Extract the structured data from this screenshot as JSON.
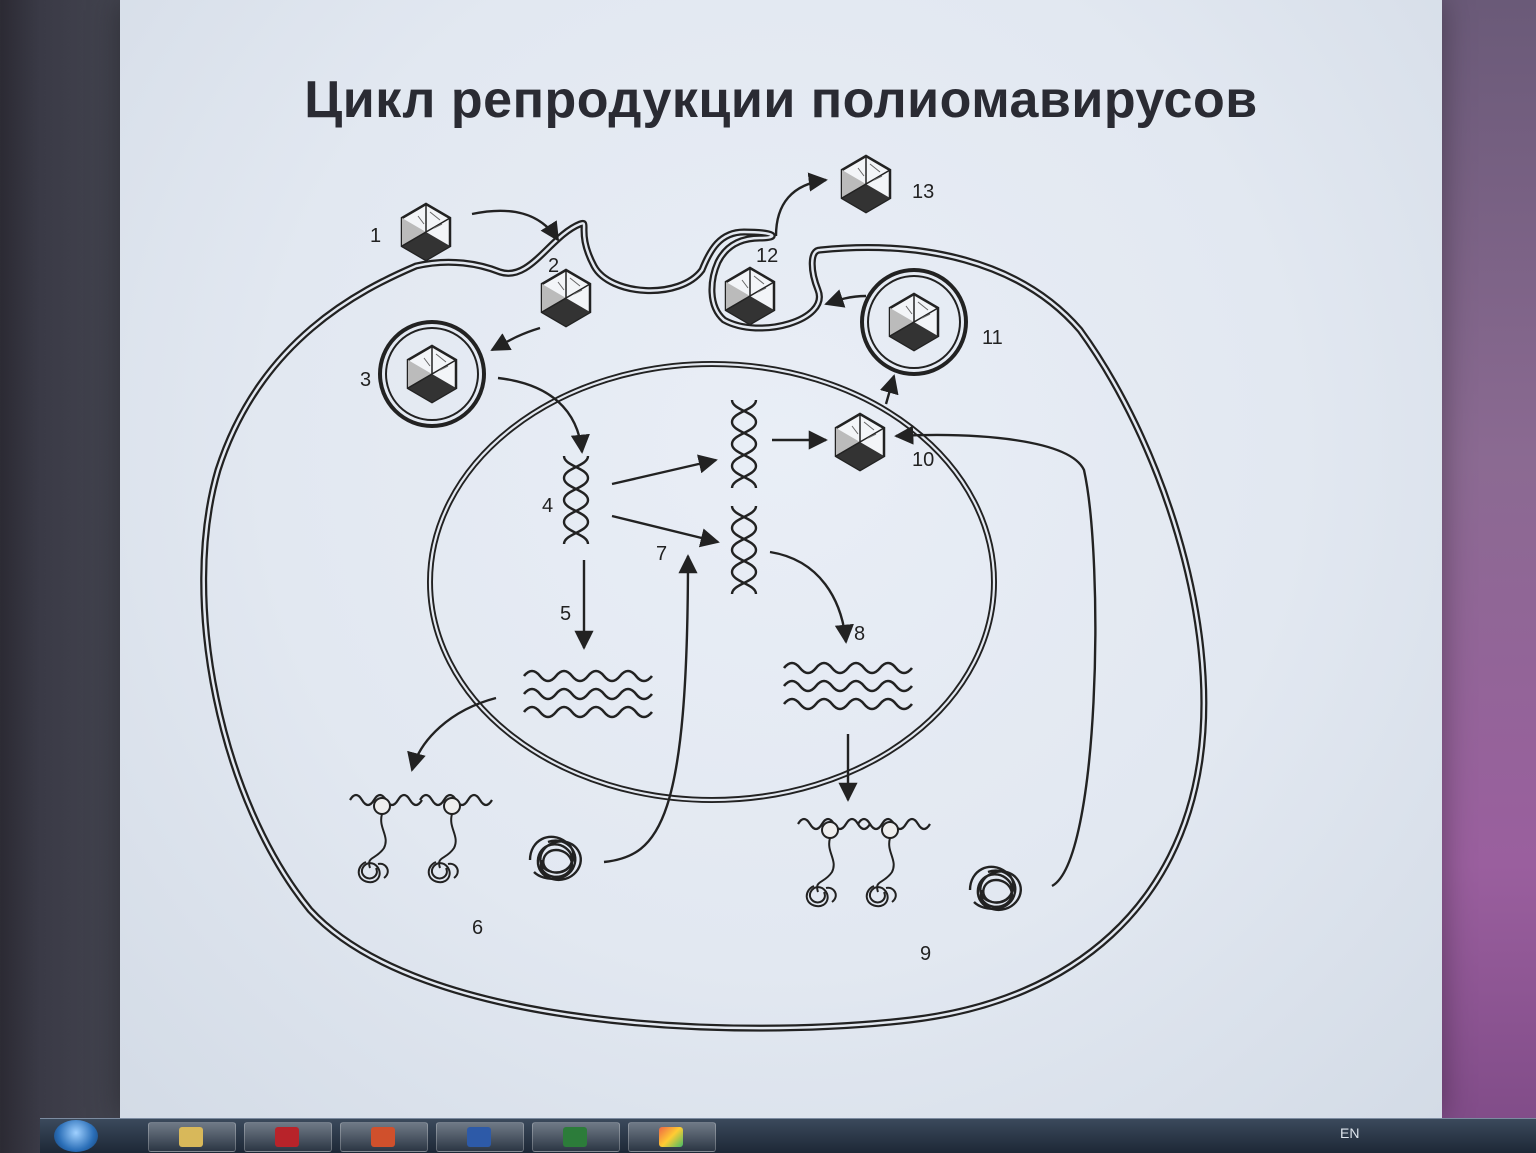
{
  "slide": {
    "title": "Цикл репродукции полиомавирусов"
  },
  "diagram": {
    "step_labels": [
      "1",
      "2",
      "3",
      "4",
      "5",
      "6",
      "7",
      "8",
      "9",
      "10",
      "11",
      "12",
      "13"
    ]
  },
  "taskbar": {
    "language": "EN",
    "apps": [
      "start-orb",
      "folder-icon",
      "pdf-reader-icon",
      "powerpoint-icon",
      "word-icon",
      "excel-icon",
      "paint-icon"
    ]
  },
  "colors": {
    "ink": "#2a2b33",
    "slide_bg": "#e4e9f1"
  }
}
